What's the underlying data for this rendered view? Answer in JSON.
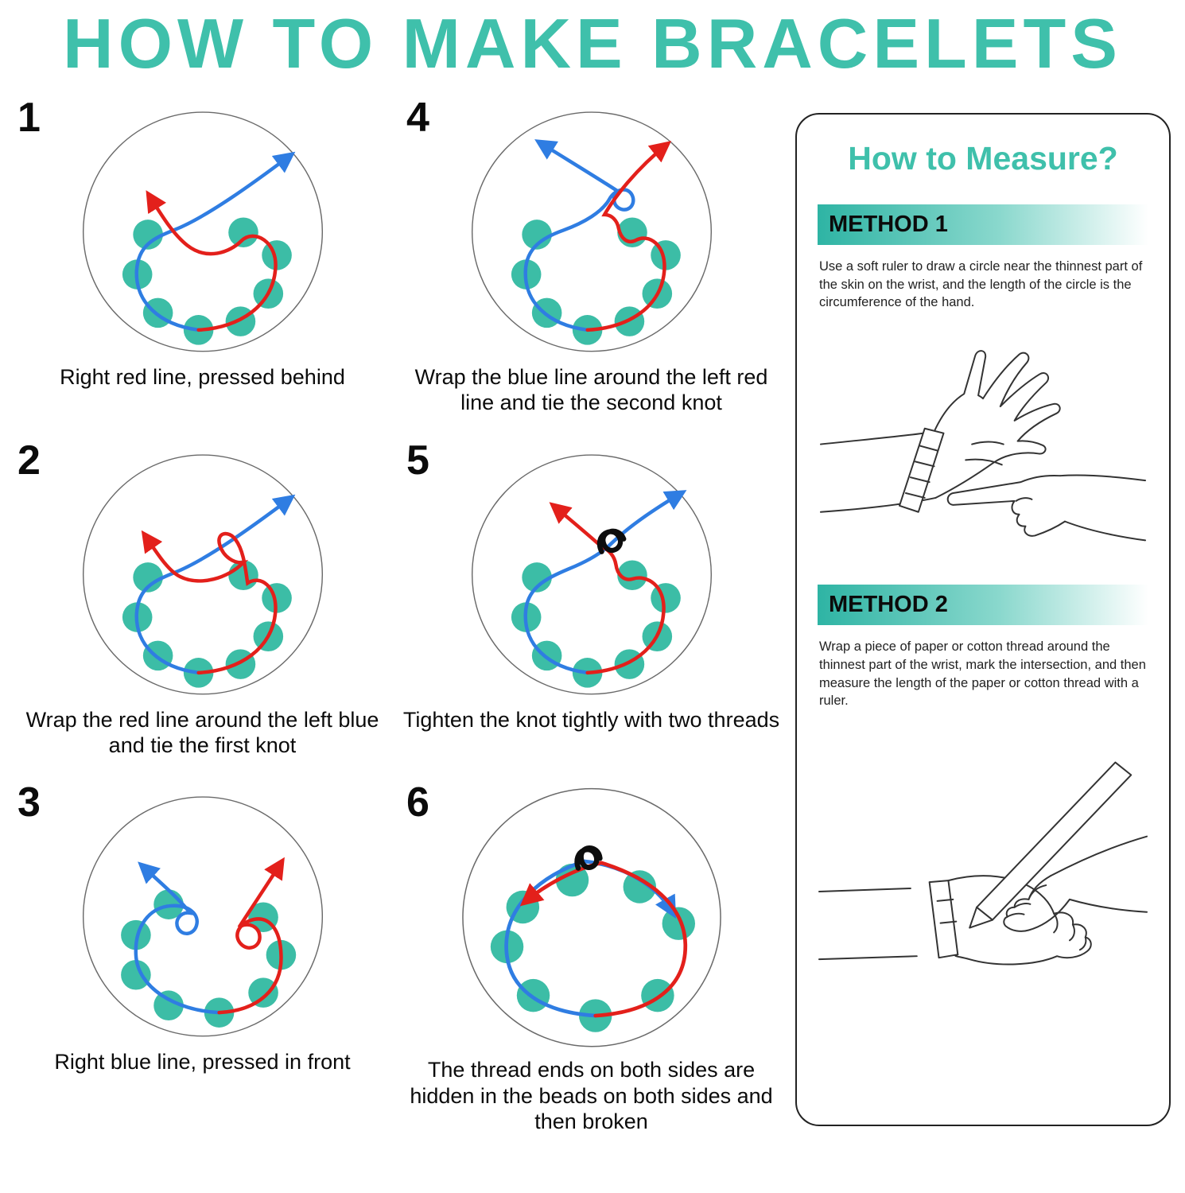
{
  "title": "HOW TO MAKE BRACELETS",
  "steps": [
    {
      "number": "1",
      "caption": "Right red line, pressed behind"
    },
    {
      "number": "2",
      "caption": "Wrap the red line around the left blue and tie the first knot"
    },
    {
      "number": "3",
      "caption": "Right blue line, pressed in front"
    },
    {
      "number": "4",
      "caption": "Wrap the blue line around the left red line and tie the second knot"
    },
    {
      "number": "5",
      "caption": "Tighten the knot tightly with two threads"
    },
    {
      "number": "6",
      "caption": "The thread ends on both sides are hidden in the beads on both sides and then broken"
    }
  ],
  "measure_panel": {
    "title": "How to Measure?",
    "methods": [
      {
        "label": "METHOD 1",
        "text": "Use a soft ruler to draw a circle near the thinnest part of the skin on the wrist, and the length of the circle is the circumference of the hand."
      },
      {
        "label": "METHOD 2",
        "text": "Wrap a piece of paper or cotton thread around the thinnest part of the wrist, mark the intersection, and then measure the length of the paper or cotton thread with a ruler."
      }
    ]
  },
  "colors": {
    "accent": "#3fc0ab",
    "bead": "#3cbda6",
    "red_line": "#e3201b",
    "blue_line": "#2f7de2",
    "knot": "#0d0d0d"
  }
}
